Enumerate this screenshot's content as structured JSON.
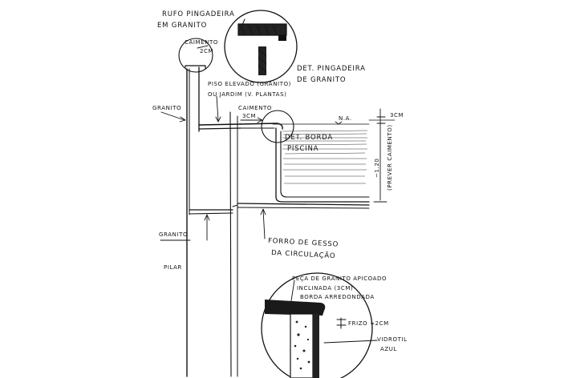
{
  "labels": {
    "rufo_1": "RUFO PINGADEIRA",
    "rufo_2": "EM GRANITO",
    "caimento_top_1": "CAIMENTO",
    "caimento_top_2": "2CM",
    "det_pingadeira_1": "DET. PINGADEIRA",
    "det_pingadeira_2": "DE GRANITO",
    "piso_1": "PISO ELEVADO (GRANITO)",
    "piso_2": "OU JARDIM (V. PLANTAS)",
    "granito_upper": "GRANITO",
    "caimento_mid_1": "CAIMENTO",
    "caimento_mid_2": "3CM",
    "na": "N.A.",
    "dim_3cm": "3CM",
    "det_borda_1": "DET. BORDA",
    "det_borda_2": "PISCINA",
    "dim_height": "~1.20",
    "dim_height_note": "(PREVER CAIMENTO)",
    "granito_lower": "GRANITO",
    "forro_1": "FORRO DE GESSO",
    "forro_2": "DA CIRCULAÇÃO",
    "pilar": "PILAR",
    "peca_1": "PEÇA DE GRANITO APICOADO",
    "peca_2": "INCLINADA (3CM)",
    "peca_3": "BORDA ARREDONDADA",
    "frizo": "FRIZO ≈2CM",
    "vidrotil_1": "VIDROTIL",
    "vidrotil_2": "AZUL"
  }
}
